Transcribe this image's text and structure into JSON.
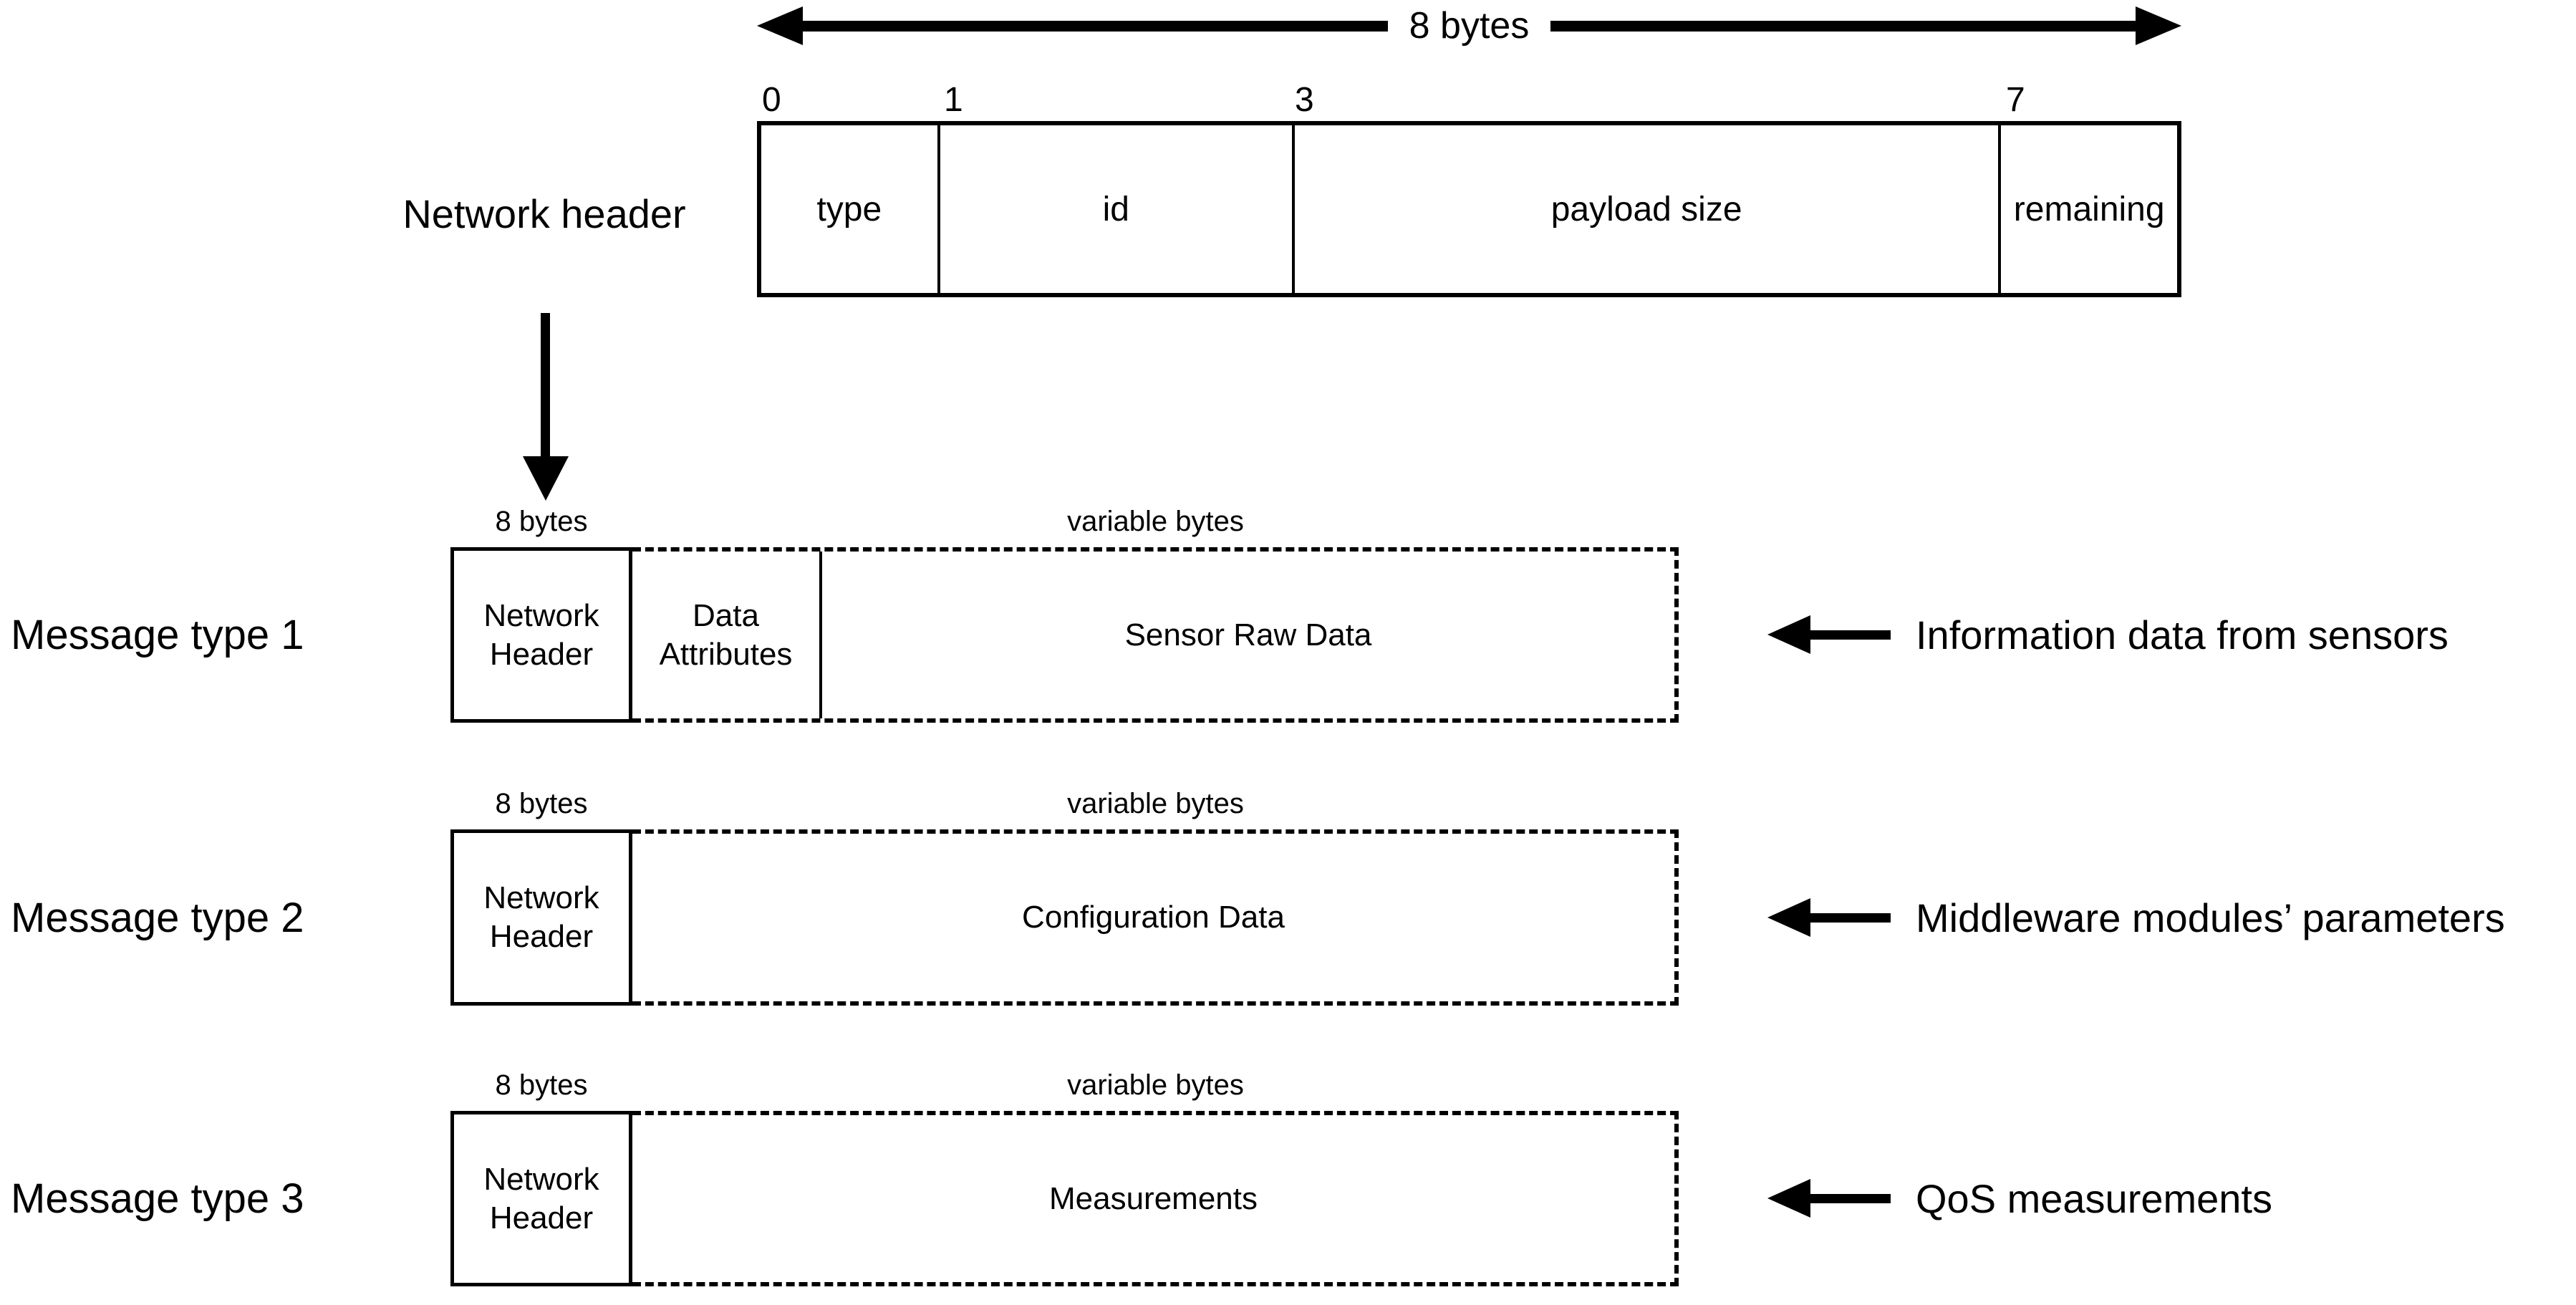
{
  "colors": {
    "ink": "#000000",
    "background": "#ffffff"
  },
  "top_arrow": {
    "label": "8 bytes"
  },
  "header_struct": {
    "pointer_label": "Network header",
    "fields": [
      {
        "index": "0",
        "name": "type"
      },
      {
        "index": "1",
        "name": "id"
      },
      {
        "index": "3",
        "name": "payload size"
      },
      {
        "index": "7",
        "name": "remaining"
      }
    ]
  },
  "messages": [
    {
      "label": "Message type 1",
      "header_size_label": "8 bytes",
      "payload_size_label": "variable bytes",
      "header_cell": "Network Header",
      "segments": [
        "Data Attributes",
        "Sensor Raw Data"
      ],
      "annotation": "Information data from sensors"
    },
    {
      "label": "Message type 2",
      "header_size_label": "8 bytes",
      "payload_size_label": "variable bytes",
      "header_cell": "Network Header",
      "segments": [
        "Configuration Data"
      ],
      "annotation": "Middleware modules’ parameters"
    },
    {
      "label": "Message type 3",
      "header_size_label": "8 bytes",
      "payload_size_label": "variable bytes",
      "header_cell": "Network Header",
      "segments": [
        "Measurements"
      ],
      "annotation": "QoS measurements"
    }
  ]
}
